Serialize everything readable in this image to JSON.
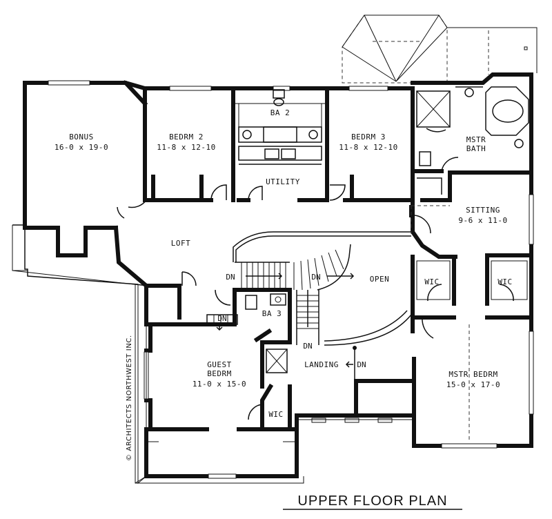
{
  "plan_title": "UPPER FLOOR PLAN",
  "credit": "© ARCHITECTS NORTHWEST INC.",
  "rooms": {
    "bonus": {
      "name": "BONUS",
      "size": "16-0 x 19-0"
    },
    "bedrm2": {
      "name": "BEDRM 2",
      "size": "11-8 x 12-10"
    },
    "ba2": {
      "name": "BA 2"
    },
    "bedrm3": {
      "name": "BEDRM 3",
      "size": "11-8 x 12-10"
    },
    "utility": {
      "name": "UTILITY"
    },
    "mstr_bath": {
      "name_line1": "MSTR",
      "name_line2": "BATH"
    },
    "sitting": {
      "name": "SITTING",
      "size": "9-6 x 11-0"
    },
    "loft": {
      "name": "LOFT"
    },
    "open": {
      "name": "OPEN"
    },
    "wic_left": {
      "name": "WIC"
    },
    "wic_right": {
      "name": "WIC"
    },
    "ba3": {
      "name": "BA 3"
    },
    "guest_bedrm": {
      "name_line1": "GUEST",
      "name_line2": "BEDRM",
      "size": "11-0 x 15-0"
    },
    "wic_guest": {
      "name": "WIC"
    },
    "landing": {
      "name": "LANDING"
    },
    "mstr_bedrm": {
      "name": "MSTR BEDRM",
      "size": "15-0 x 17-0"
    }
  },
  "stair_labels": {
    "dn_loft": "DN",
    "dn_center": "DN",
    "dn_guest": "DN",
    "dn_stair_bottom": "DN",
    "dn_landing": "DN"
  }
}
